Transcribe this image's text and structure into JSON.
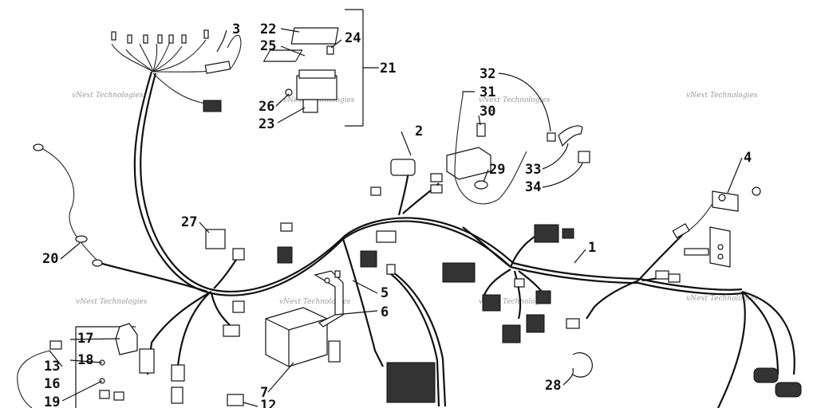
{
  "callouts": [
    {
      "id": "c1",
      "text": "1"
    },
    {
      "id": "c2",
      "text": "2"
    },
    {
      "id": "c3",
      "text": "3"
    },
    {
      "id": "c4",
      "text": "4"
    },
    {
      "id": "c5",
      "text": "5"
    },
    {
      "id": "c6",
      "text": "6"
    },
    {
      "id": "c7",
      "text": "7"
    },
    {
      "id": "c12",
      "text": "12"
    },
    {
      "id": "c13",
      "text": "13"
    },
    {
      "id": "c16",
      "text": "16"
    },
    {
      "id": "c17",
      "text": "17"
    },
    {
      "id": "c18",
      "text": "18"
    },
    {
      "id": "c19",
      "text": "19"
    },
    {
      "id": "c20",
      "text": "20"
    },
    {
      "id": "c21",
      "text": "21"
    },
    {
      "id": "c22",
      "text": "22"
    },
    {
      "id": "c23",
      "text": "23"
    },
    {
      "id": "c24",
      "text": "24"
    },
    {
      "id": "c25",
      "text": "25"
    },
    {
      "id": "c26",
      "text": "26"
    },
    {
      "id": "c27",
      "text": "27"
    },
    {
      "id": "c28",
      "text": "28"
    },
    {
      "id": "c29",
      "text": "29"
    },
    {
      "id": "c30",
      "text": "30"
    },
    {
      "id": "c31",
      "text": "31"
    },
    {
      "id": "c32",
      "text": "32"
    },
    {
      "id": "c33",
      "text": "33"
    },
    {
      "id": "c34",
      "text": "34"
    }
  ],
  "watermark": "vNext Technologies"
}
